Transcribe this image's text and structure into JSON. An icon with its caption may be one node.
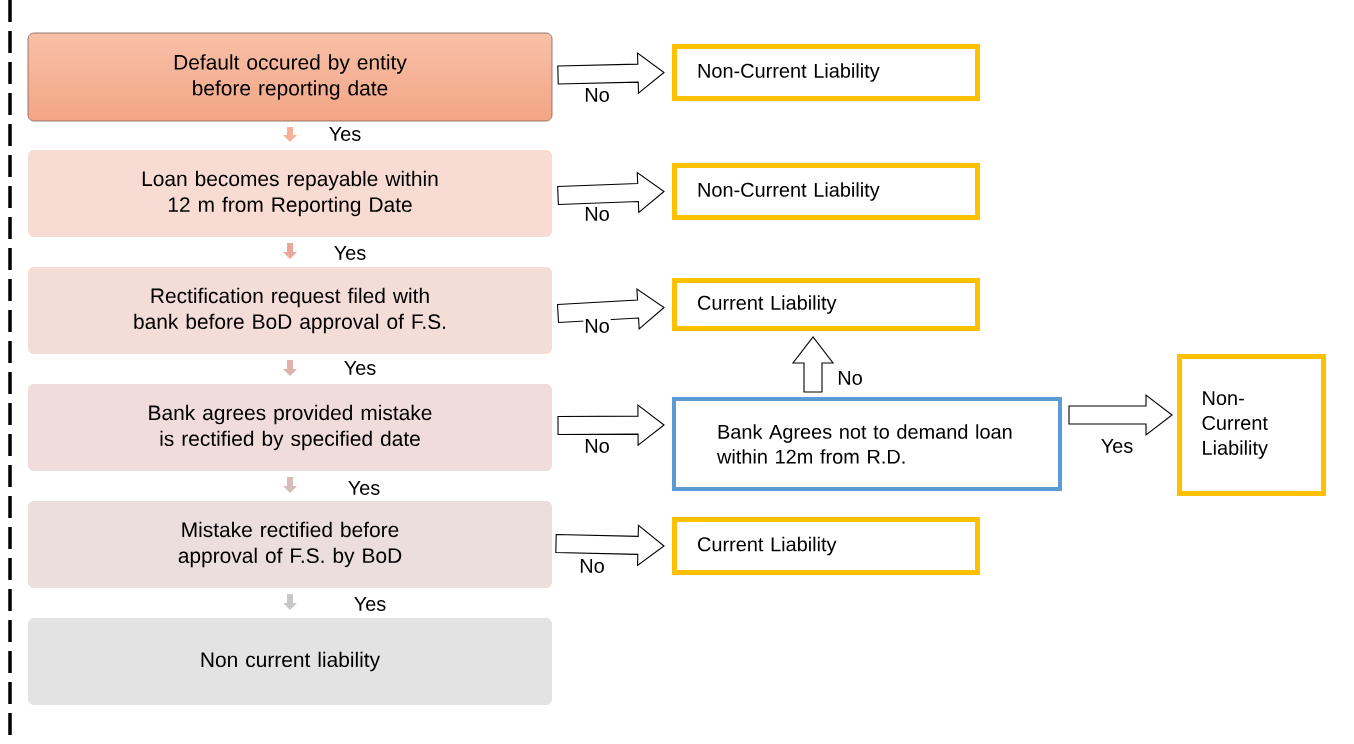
{
  "diagram": {
    "nodes": [
      {
        "text": [
          "Default occured by entity before reporting date"
        ]
      },
      {
        "text": [
          "Loan becomes repayable within 12 m from Reporting Date"
        ]
      },
      {
        "text": [
          "Rectification request filed with bank before BoD approval of F.S."
        ]
      },
      {
        "text": [
          "Bank agrees provided mistake is rectified by specified date"
        ]
      },
      {
        "text": [
          "Mistake rectified before approval of F.S. by BoD"
        ]
      },
      {
        "text": [
          "Non current liability"
        ]
      },
      {
        "text": [
          "Non-Current Liability"
        ]
      },
      {
        "text": [
          "Non-Current Liability"
        ]
      },
      {
        "text": [
          "Current Liability"
        ]
      },
      {
        "text": [
          "Bank Agrees not to demand loan within 12m from R.D."
        ]
      },
      {
        "text": [
          "Non-Current Liability"
        ]
      },
      {
        "text": [
          "Current Liability"
        ]
      }
    ],
    "edges": [
      {
        "from": 0,
        "to": 6,
        "arrow": "to",
        "label": "No"
      },
      {
        "from": 0,
        "to": 1,
        "arrow": "to",
        "label": "Yes",
        "color": "#f4b197"
      },
      {
        "from": 1,
        "to": 7,
        "arrow": "to",
        "label": "No"
      },
      {
        "from": 1,
        "to": 2,
        "arrow": "to",
        "label": "Yes",
        "color": "#eaaa9a"
      },
      {
        "from": 2,
        "to": 8,
        "arrow": "to",
        "label": "No"
      },
      {
        "from": 2,
        "to": 3,
        "arrow": "to",
        "label": "Yes",
        "color": "#e0b2ae"
      },
      {
        "from": 3,
        "to": 9,
        "arrow": "to",
        "label": "No"
      },
      {
        "from": 9,
        "to": 8,
        "arrow": "to",
        "label": "No"
      },
      {
        "from": 9,
        "to": 10,
        "arrow": "to",
        "label": "Yes"
      },
      {
        "from": 3,
        "to": 4,
        "arrow": "to",
        "label": "Yes",
        "color": "#d6bcbc"
      },
      {
        "from": 4,
        "to": 11,
        "arrow": "to",
        "label": "No"
      },
      {
        "from": 4,
        "to": 5,
        "arrow": "to",
        "label": "Yes",
        "color": "#c8c8c8"
      }
    ]
  }
}
